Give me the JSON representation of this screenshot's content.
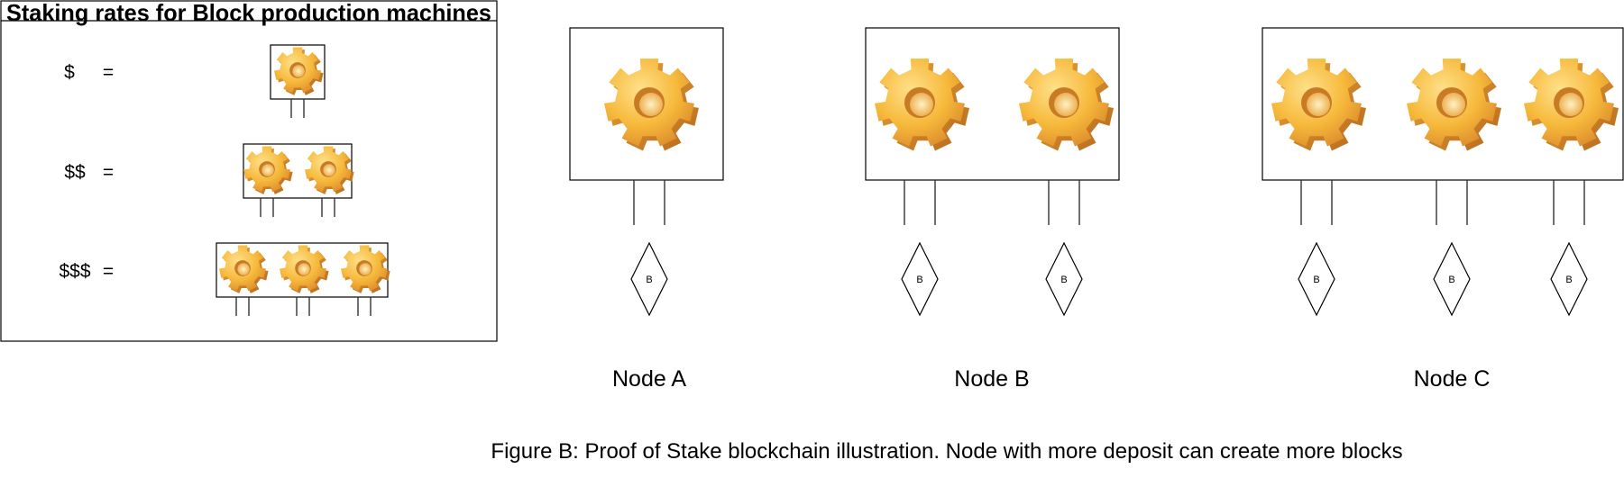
{
  "legend": {
    "title": "Staking rates for Block production machines",
    "rows": [
      {
        "stake": "$",
        "equals": "=",
        "machines": 1
      },
      {
        "stake": "$$",
        "equals": "=",
        "machines": 2
      },
      {
        "stake": "$$$",
        "equals": "=",
        "machines": 3
      }
    ]
  },
  "nodes": [
    {
      "label": "Node A",
      "machines": 1,
      "blocks": 1
    },
    {
      "label": "Node B",
      "machines": 2,
      "blocks": 2
    },
    {
      "label": "Node C",
      "machines": 3,
      "blocks": 3
    }
  ],
  "block_label": "B",
  "caption": "Figure B: Proof of Stake blockchain illustration. Node with more deposit can create more blocks",
  "colors": {
    "gear_light": "#ffe08a",
    "gear_mid": "#f6b93b",
    "gear_dark": "#d9862a",
    "border": "#000000"
  },
  "icons": {
    "machine": "gear-icon",
    "block": "block-diamond"
  }
}
